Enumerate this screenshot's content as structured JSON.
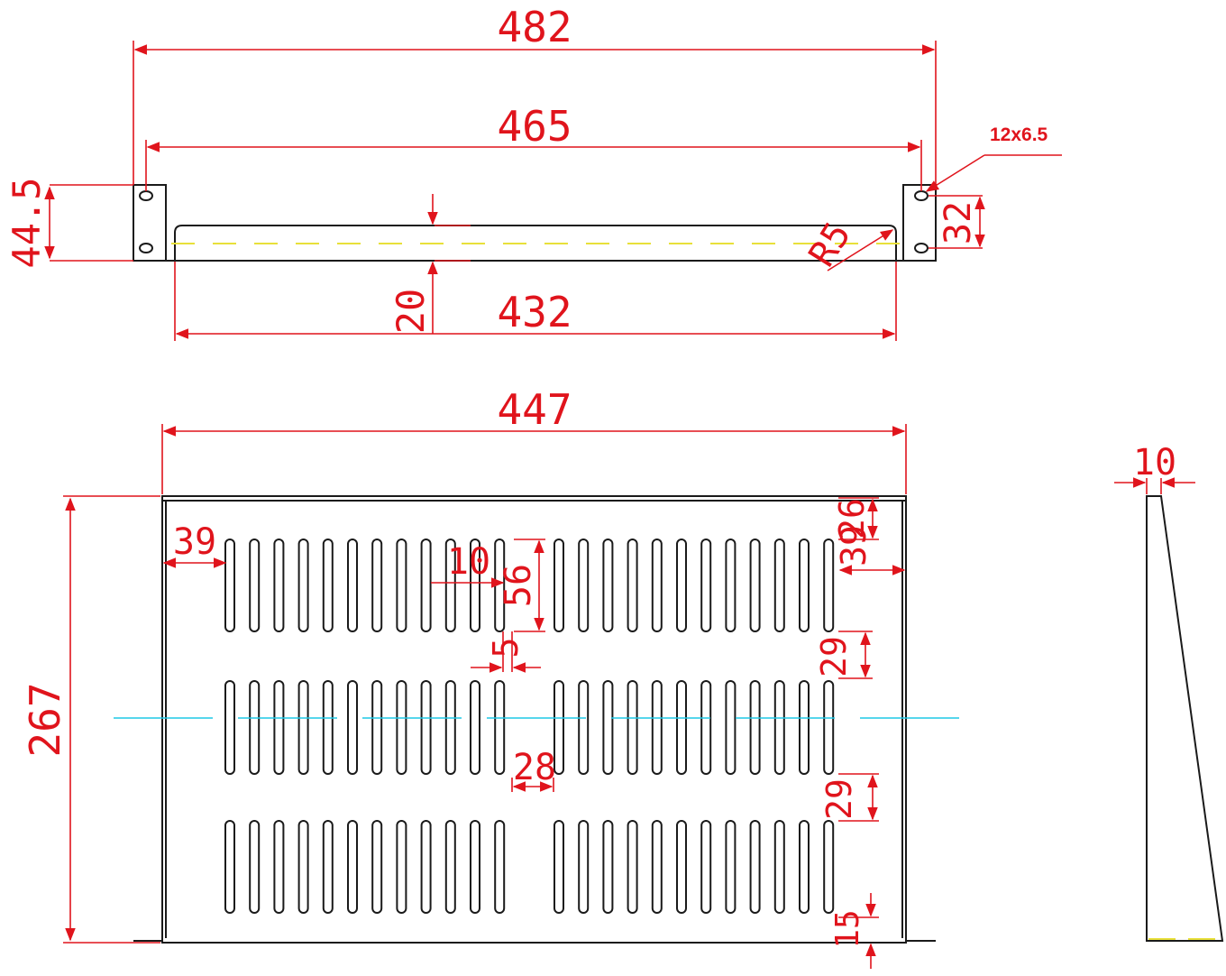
{
  "drawing": {
    "front_view": {
      "overall_width": "482",
      "hole_pitch_width": "465",
      "tray_width": "432",
      "height": "44.5",
      "lip_height": "20",
      "hole_spacing": "32",
      "fillet_radius": "R5",
      "hole_note": "12x6.5"
    },
    "top_view": {
      "width": "447",
      "depth": "267",
      "edge_offset": "39",
      "slot_pitch": "10",
      "slot_length": "56",
      "slot_width": "5",
      "group_gap": "28",
      "top_offset": "26",
      "right_offset": "39",
      "row_gap_1": "29",
      "row_gap_2": "29",
      "bottom_offset": "15"
    },
    "side_view": {
      "thickness": "10"
    }
  }
}
